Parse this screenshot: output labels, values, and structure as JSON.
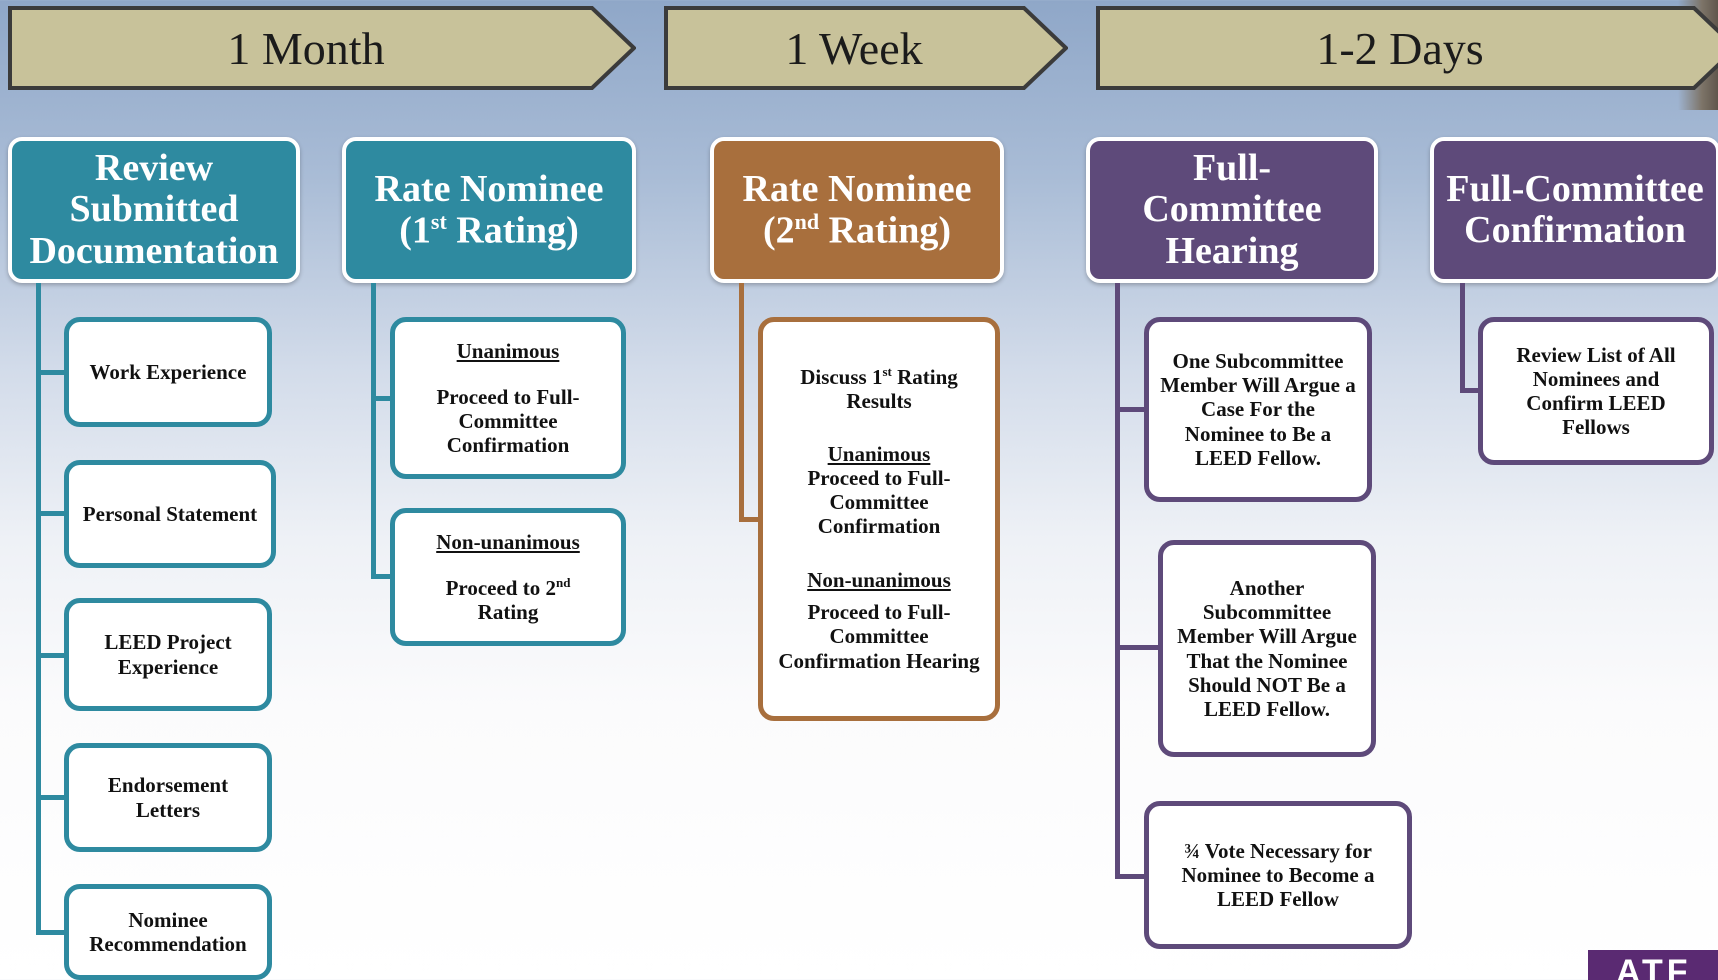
{
  "timeline": [
    {
      "label": "1 Month"
    },
    {
      "label": "1 Week"
    },
    {
      "label": "1-2 Days"
    }
  ],
  "stages": {
    "review": {
      "title": "Review Submitted Documentation"
    },
    "rate1": {
      "title_main": "Rate Nominee",
      "title_open": "(1",
      "title_sup": "st",
      "title_close": " Rating)"
    },
    "rate2": {
      "title_main": "Rate Nominee",
      "title_open": "(2",
      "title_sup": "nd",
      "title_close": " Rating)"
    },
    "hearing": {
      "title": "Full-Committee Hearing"
    },
    "confirmation": {
      "title": "Full-Committee Confirmation"
    }
  },
  "review_items": [
    "Work Experience",
    "Personal Statement",
    "LEED Project Experience",
    "Endorsement Letters",
    "Nominee Recommendation"
  ],
  "rate1_items": {
    "unanimous_head": "Unanimous",
    "unanimous_text": "Proceed to Full-Committee Confirmation",
    "nonunanimous_head": "Non-unanimous",
    "nonunanimous_text_a": "Proceed to 2",
    "nonunanimous_sup": "nd",
    "nonunanimous_text_b": "Rating"
  },
  "rate2_items": {
    "discuss_a": "Discuss 1",
    "discuss_sup": "st",
    "discuss_b": " Rating Results",
    "unanimous_head": "Unanimous",
    "unanimous_text": "Proceed to Full-Committee Confirmation",
    "nonunanimous_head": "Non-unanimous",
    "nonunanimous_text": "Proceed to Full-Committee Confirmation Hearing"
  },
  "hearing_items": [
    "One Subcommittee Member Will Argue a Case For the Nominee to Be a LEED Fellow.",
    "Another Subcommittee Member Will Argue That the Nominee Should NOT Be a LEED Fellow.",
    "¾ Vote Necessary for Nominee to Become a LEED Fellow"
  ],
  "confirmation_items": [
    "Review List of All Nominees and Confirm LEED Fellows"
  ],
  "logo": {
    "text": "ATF"
  },
  "colors": {
    "teal": "#2e8aa0",
    "brown": "#a86f3d",
    "purple": "#5e4a7a",
    "arrow_fill": "#c8c29a"
  }
}
